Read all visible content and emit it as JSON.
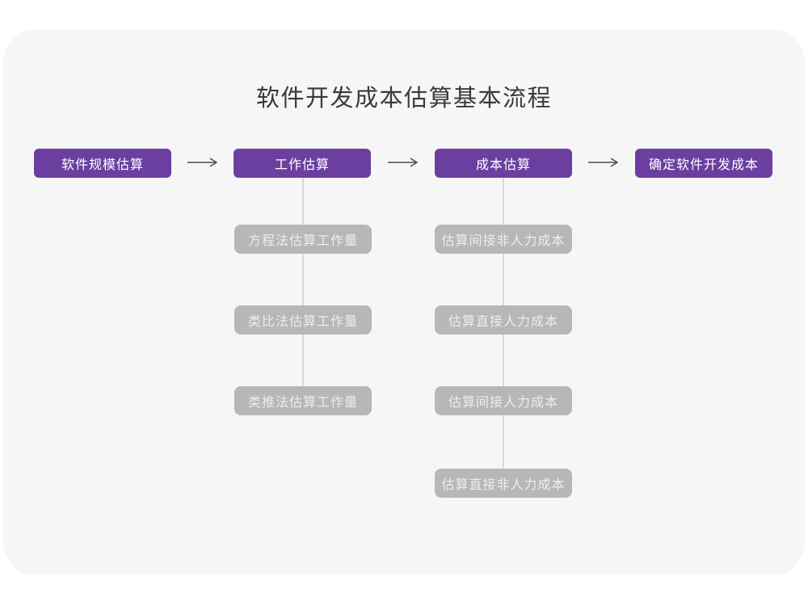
{
  "title": "软件开发成本估算基本流程",
  "colors": {
    "accent_purple": "#6b3fa0",
    "sub_node_gray": "#b7b7b7",
    "sub_node_text": "#ededed",
    "card_background": "#f6f6f7",
    "arrow": "#4a4a4a",
    "connector_line": "#d8d8d8",
    "title_text": "#3a3a3a"
  },
  "flow": {
    "main_nodes": [
      {
        "label": "软件规模估算"
      },
      {
        "label": "工作估算"
      },
      {
        "label": "成本估算"
      },
      {
        "label": "确定软件开发成本"
      }
    ],
    "arrow_icon": "→",
    "work_children": [
      {
        "label": "方程法估算工作量"
      },
      {
        "label": "类比法估算工作量"
      },
      {
        "label": "类推法估算工作量"
      }
    ],
    "cost_children": [
      {
        "label": "估算间接非人力成本"
      },
      {
        "label": "估算直接人力成本"
      },
      {
        "label": "估算间接人力成本"
      },
      {
        "label": "估算直接非人力成本"
      }
    ]
  }
}
